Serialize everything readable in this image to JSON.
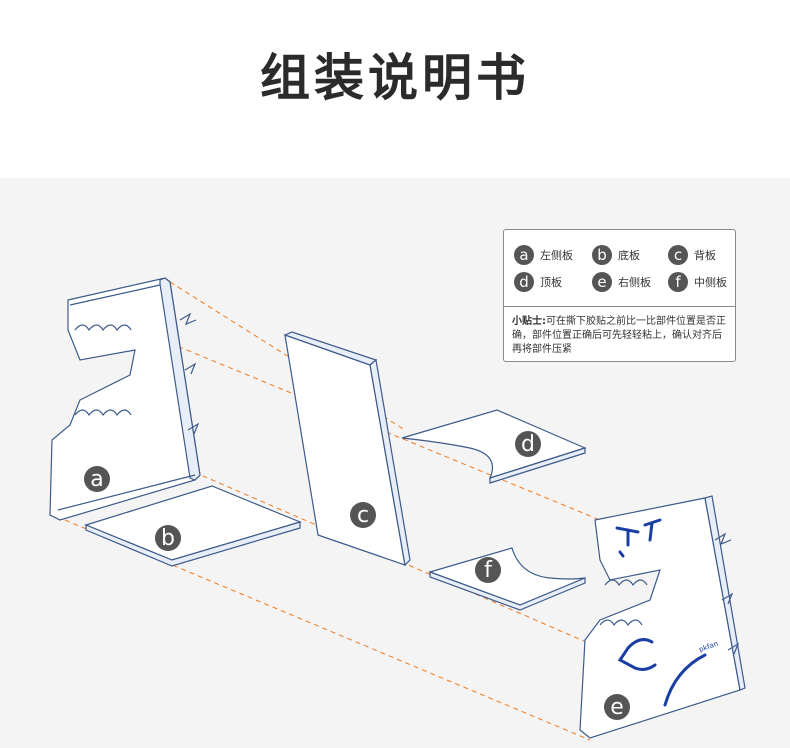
{
  "title": "组装说明书",
  "legend": {
    "items": [
      {
        "badge": "a",
        "label": "左侧板"
      },
      {
        "badge": "b",
        "label": "底板"
      },
      {
        "badge": "c",
        "label": "背板"
      },
      {
        "badge": "d",
        "label": "顶板"
      },
      {
        "badge": "e",
        "label": "右侧板"
      },
      {
        "badge": "f",
        "label": "中侧板"
      }
    ],
    "tip_label": "小贴士:",
    "tip_text": "可在撕下胶贴之前比一比部件位置是否正确，部件位置正确后可先轻轻粘上，确认对齐后再将部件压紧"
  },
  "parts": [
    {
      "id": "a"
    },
    {
      "id": "b"
    },
    {
      "id": "c"
    },
    {
      "id": "d"
    },
    {
      "id": "e"
    },
    {
      "id": "f"
    }
  ],
  "print_mark": "pkfan",
  "colors": {
    "outline": "#3d5a8a",
    "panel": "#ffffff",
    "guide": "#f07a1e",
    "badge": "#555555",
    "print": "#1a3fa3"
  }
}
